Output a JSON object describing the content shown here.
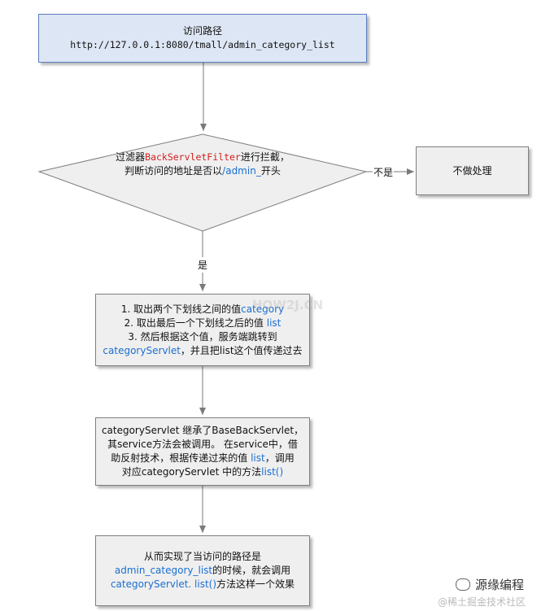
{
  "colors": {
    "start_fill": "#dde6f4",
    "start_border": "#5b7dbf",
    "step_fill": "#efefef",
    "step_border": "#7f7f7f",
    "accent_blue": "#1a6fd1",
    "accent_red": "#d22020"
  },
  "start": {
    "title": "访问路径",
    "url": "http://127.0.0.1:8080/tmall/admin_category_list"
  },
  "decision": {
    "line1_pre": "过滤器",
    "line1_filter": "BackServletFilter",
    "line1_post": "进行拦截，",
    "line2_pre": "判断访问的地址是否以",
    "line2_prefix": "/admin_",
    "line2_post": "开头"
  },
  "no_branch": {
    "label": "不是",
    "action": "不做处理"
  },
  "yes_branch": {
    "label": "是"
  },
  "step1": {
    "l1_pre": "1. 取出两个下划线之间的值",
    "l1_val": "category",
    "l2_pre": "2.  取出最后一个下划线之后的值 ",
    "l2_val": "list",
    "l3": "3. 然后根据这个值，服务端跳转到",
    "l4_val": "categoryServlet",
    "l4_post": "，并且把list这个值传递过去"
  },
  "step2": {
    "l1": "categoryServlet 继承了BaseBackServlet，",
    "l2": "其service方法会被调用。 在service中，借",
    "l3_pre": "助反射技术，根据传递过来的值 ",
    "l3_val": "list",
    "l3_post": "，调用",
    "l4_pre": "对应categoryServlet 中的方法",
    "l4_val": "list()"
  },
  "step3": {
    "l1": "从而实现了当访问的路径是",
    "l2_val": "admin_category_list",
    "l2_post": "的时候，就会调用",
    "l3_val": "categoryServlet. list()",
    "l3_post": "方法这样一个效果"
  },
  "watermarks": {
    "brand": "源缘编程",
    "site": "@稀土掘金技术社区",
    "faint": "HOW2J.CN"
  }
}
